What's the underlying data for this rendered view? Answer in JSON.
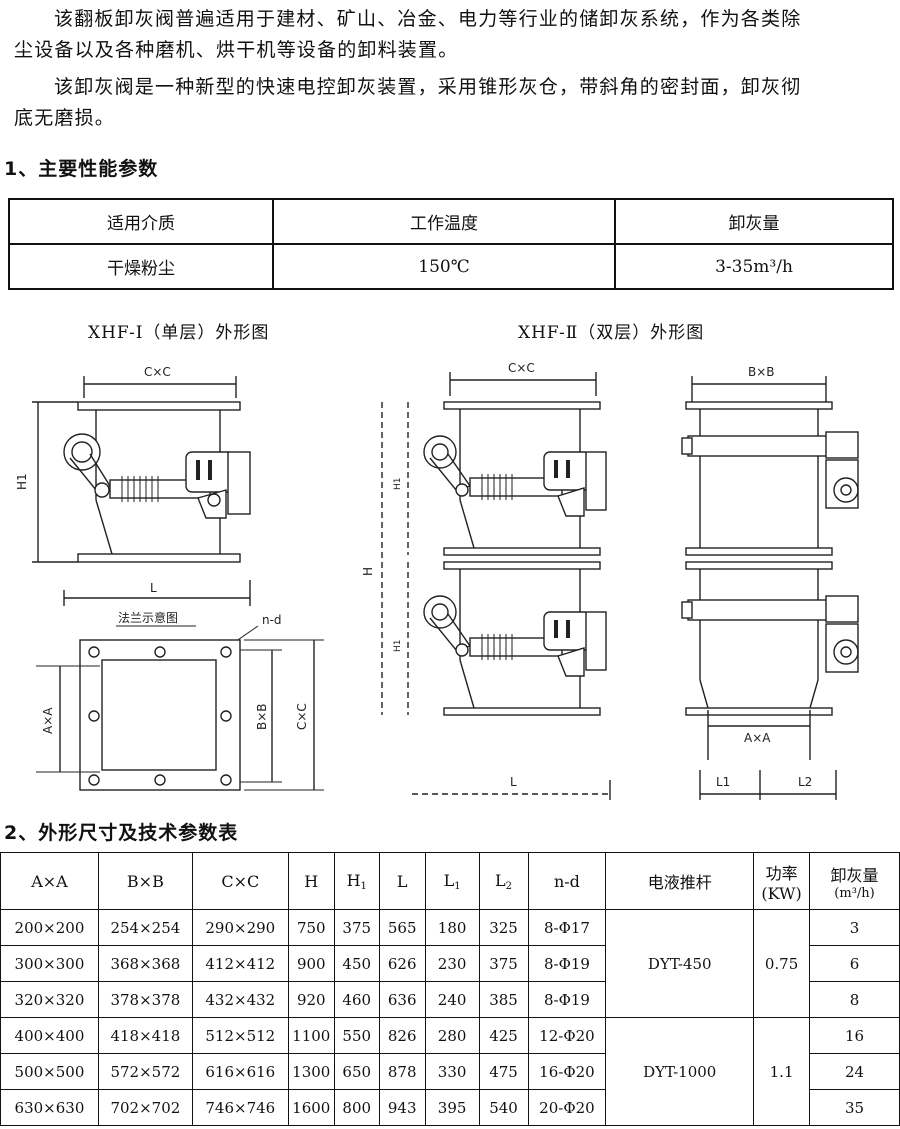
{
  "intro": {
    "p1_line1": "该翻板卸灰阀普遍适用于建材、矿山、冶金、电力等行业的储卸灰系统，作为各类除",
    "p1_line2": "尘设备以及各种磨机、烘干机等设备的卸料装置。",
    "p2_line1": "该卸灰阀是一种新型的快速电控卸灰装置，采用锥形灰仓，带斜角的密封面，卸灰彻",
    "p2_line2": "底无磨损。"
  },
  "section1": {
    "title": "1、主要性能参数",
    "headers": [
      "适用介质",
      "工作温度",
      "卸灰量"
    ],
    "values": [
      "干燥粉尘",
      "150℃",
      "3-35m³/h"
    ]
  },
  "figures": {
    "single_title": "XHF-Ⅰ（单层）外形图",
    "double_title": "XHF-Ⅱ（双层）外形图",
    "flange_caption": "法兰示意图",
    "labels": {
      "cxc": "C×C",
      "bxb": "B×B",
      "axa": "A×A",
      "h1": "H1",
      "h": "H",
      "l": "L",
      "l1": "L1",
      "l2": "L2",
      "nd": "n-d"
    }
  },
  "section2": {
    "title": "2、外形尺寸及技术参数表",
    "headers": [
      "A×A",
      "B×B",
      "C×C",
      "H",
      "H",
      "L",
      "L",
      "L",
      "n-d",
      "电液推杆",
      "功率",
      "(KW)",
      "卸灰量",
      "(m³/h)"
    ],
    "header_subs": {
      "h1": "1",
      "l1": "1",
      "l2": "2"
    },
    "rows": [
      {
        "a": "200×200",
        "b": "254×254",
        "c": "290×290",
        "h": "750",
        "h1": "375",
        "l": "565",
        "l1": "180",
        "l2": "325",
        "nd": "8-Φ17",
        "q": "3"
      },
      {
        "a": "300×300",
        "b": "368×368",
        "c": "412×412",
        "h": "900",
        "h1": "450",
        "l": "626",
        "l1": "230",
        "l2": "375",
        "nd": "8-Φ19",
        "q": "6"
      },
      {
        "a": "320×320",
        "b": "378×378",
        "c": "432×432",
        "h": "920",
        "h1": "460",
        "l": "636",
        "l1": "240",
        "l2": "385",
        "nd": "8-Φ19",
        "q": "8"
      },
      {
        "a": "400×400",
        "b": "418×418",
        "c": "512×512",
        "h": "1100",
        "h1": "550",
        "l": "826",
        "l1": "280",
        "l2": "425",
        "nd": "12-Φ20",
        "q": "16"
      },
      {
        "a": "500×500",
        "b": "572×572",
        "c": "616×616",
        "h": "1300",
        "h1": "650",
        "l": "878",
        "l1": "330",
        "l2": "475",
        "nd": "16-Φ20",
        "q": "24"
      },
      {
        "a": "630×630",
        "b": "702×702",
        "c": "746×746",
        "h": "1600",
        "h1": "800",
        "l": "943",
        "l1": "395",
        "l2": "540",
        "nd": "20-Φ20",
        "q": "35"
      }
    ],
    "groups": [
      {
        "pusher": "DYT-450",
        "power": "0.75"
      },
      {
        "pusher": "DYT-1000",
        "power": "1.1"
      }
    ]
  }
}
